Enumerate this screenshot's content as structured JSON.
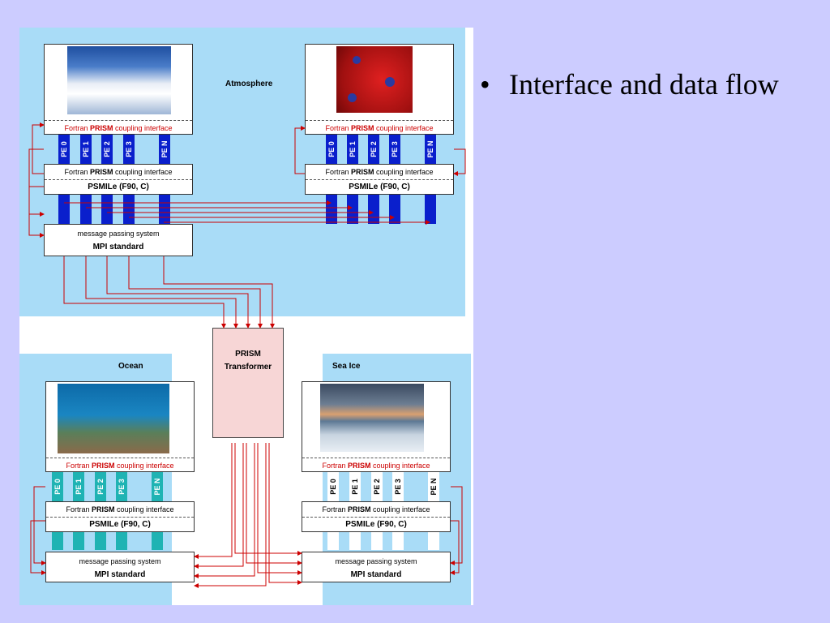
{
  "slide": {
    "bullet_text": "Interface and data flow"
  },
  "diagram": {
    "atmosphere_title": "Atmosphere",
    "ocean_title": "Ocean",
    "seaice_title": "Sea Ice",
    "transformer_line1": "PRISM",
    "transformer_line2": "Transformer",
    "red_interface_prefix": "Fortran ",
    "red_interface_bold": "PRISM",
    "red_interface_suffix": " coupling interface",
    "black_interface_prefix": "Fortran ",
    "black_interface_bold": "PRISM",
    "black_interface_suffix": " coupling interface",
    "psmile_label": "PSMILe (F90, C)",
    "mpi_line1": "message passing system",
    "mpi_line2": "MPI standard",
    "pe_labels": [
      "PE 0",
      "PE 1",
      "PE 2",
      "PE 3",
      "PE N"
    ],
    "colors": {
      "panel": "#a9dcf7",
      "atmosphere_pe": "#0a1fcc",
      "ocean_pe": "#1fb3b3",
      "seaice_pe": "#ffffff",
      "arrow": "#cc0000",
      "transformer": "#f7d6d6"
    }
  }
}
